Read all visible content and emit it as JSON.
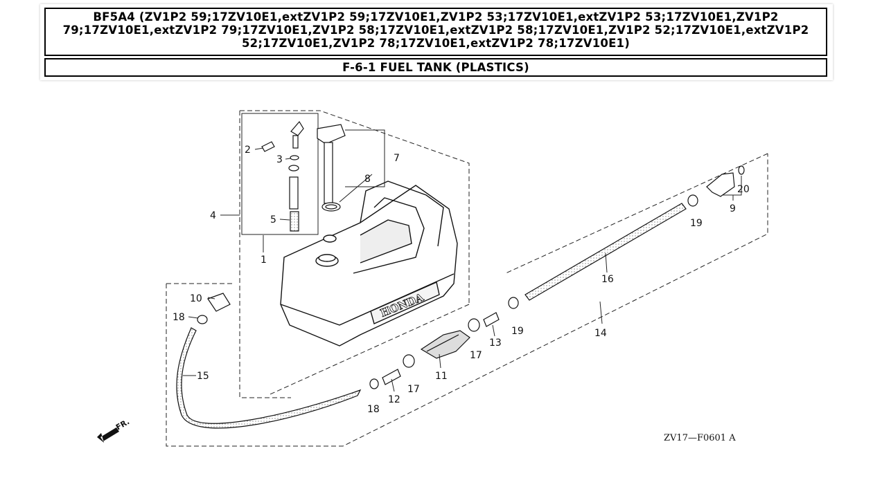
{
  "header": {
    "model": "BF5A4 (ZV1P2 59;17ZV10E1,extZV1P2 59;17ZV10E1,ZV1P2 53;17ZV10E1,extZV1P2 53;17ZV10E1,ZV1P2 79;17ZV10E1,extZV1P2 79;17ZV10E1,ZV1P2 58;17ZV10E1,extZV1P2 58;17ZV10E1,ZV1P2 52;17ZV10E1,extZV1P2 52;17ZV10E1,ZV1P2 78;17ZV10E1,extZV1P2 78;17ZV10E1)",
    "section": "F-6-1 FUEL TANK (PLASTICS)"
  },
  "diagram": {
    "tank_brand": "HONDA",
    "drawing_code": "ZV17—F0601 A",
    "front_marker": "FR.",
    "callouts": {
      "c1": "1",
      "c2": "2",
      "c3": "3",
      "c4": "4",
      "c5": "5",
      "c7": "7",
      "c8": "8",
      "c9": "9",
      "c10": "10",
      "c11": "11",
      "c12": "12",
      "c13": "13",
      "c14": "14",
      "c15": "15",
      "c16": "16",
      "c17a": "17",
      "c17b": "17",
      "c18a": "18",
      "c18b": "18",
      "c19a": "19",
      "c19b": "19",
      "c20": "20"
    }
  }
}
